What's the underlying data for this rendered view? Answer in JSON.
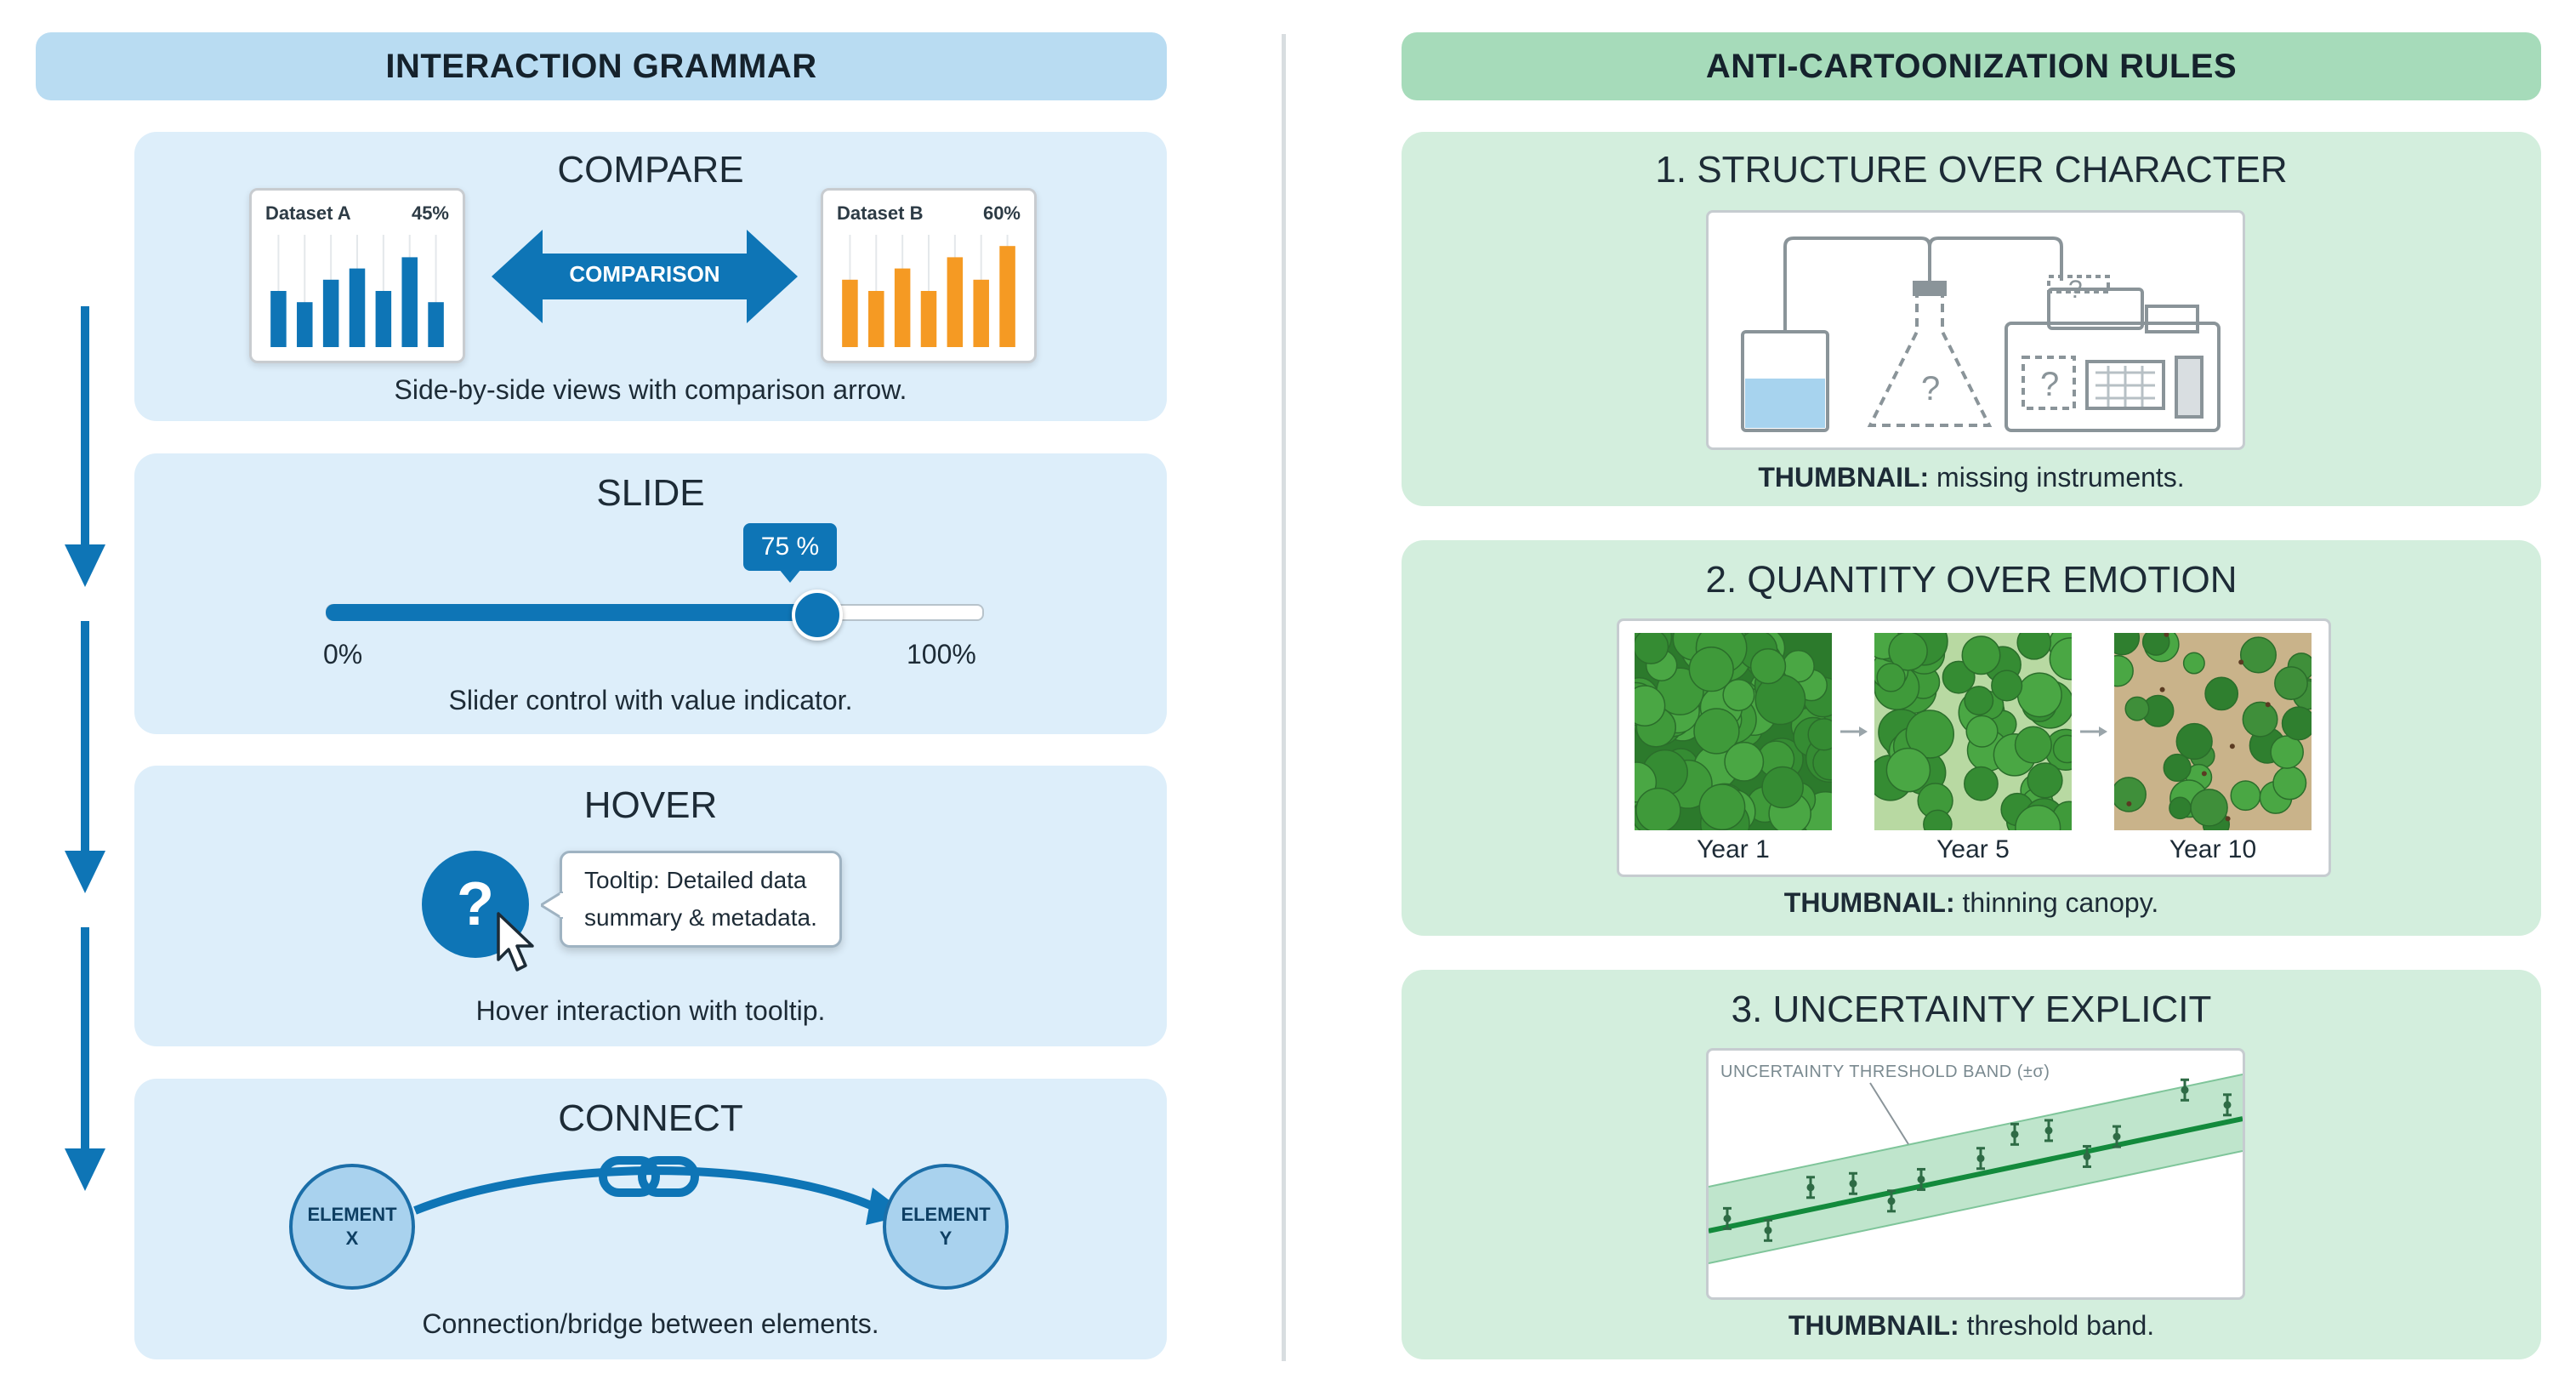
{
  "left": {
    "header": "INTERACTION GRAMMAR",
    "compare": {
      "title": "COMPARE",
      "dataset_a": {
        "label": "Dataset A",
        "value": "45%"
      },
      "dataset_b": {
        "label": "Dataset B",
        "value": "60%"
      },
      "arrow_label": "COMPARISON",
      "caption": "Side-by-side views with comparison arrow."
    },
    "slide": {
      "title": "SLIDE",
      "value_label": "75 %",
      "value": 75,
      "min_label": "0%",
      "max_label": "100%",
      "caption": "Slider control with value indicator."
    },
    "hover": {
      "title": "HOVER",
      "icon_glyph": "?",
      "tooltip_line1": "Tooltip: Detailed data",
      "tooltip_line2": "summary & metadata.",
      "caption": "Hover interaction with tooltip."
    },
    "connect": {
      "title": "CONNECT",
      "node_x_line1": "ELEMENT",
      "node_x_line2": "X",
      "node_y_line1": "ELEMENT",
      "node_y_line2": "Y",
      "caption": "Connection/bridge between elements."
    }
  },
  "right": {
    "header": "ANTI-CARTOONIZATION RULES",
    "rule1": {
      "title": "1. STRUCTURE OVER CHARACTER",
      "caption_bold": "THUMBNAIL:",
      "caption_rest": " missing instruments."
    },
    "rule2": {
      "title": "2. QUANTITY OVER EMOTION",
      "year1": "Year 1",
      "year5": "Year 5",
      "year10": "Year 10",
      "caption_bold": "THUMBNAIL:",
      "caption_rest": " thinning canopy."
    },
    "rule3": {
      "title": "3. UNCERTAINTY EXPLICIT",
      "band_label": "UNCERTAINTY THRESHOLD BAND (±σ)",
      "caption_bold": "THUMBNAIL:",
      "caption_rest": " threshold band."
    }
  },
  "colors": {
    "blue_header": "#b9dcf2",
    "green_header": "#a6dbba",
    "blue_panel": "#ddeefa",
    "green_panel": "#d3eedd",
    "accent_blue": "#0e75b6",
    "accent_orange": "#f59a23",
    "forest_green": "#1f8a3a"
  },
  "chart_data": [
    {
      "type": "bar",
      "series_name": "Dataset A",
      "values": [
        5,
        4,
        6,
        7,
        5,
        8,
        4
      ]
    },
    {
      "type": "bar",
      "series_name": "Dataset B",
      "values": [
        6,
        5,
        7,
        5,
        8,
        6,
        9
      ]
    }
  ]
}
